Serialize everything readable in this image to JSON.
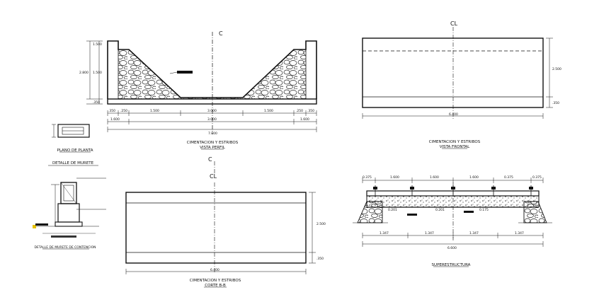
{
  "drawing": {
    "labels": {
      "cim_perfil": [
        "CIMENTACION Y ESTRIBOS",
        "VISTA PERFIL"
      ],
      "cim_frontal": [
        "CIMENTACION Y ESTRIBOS",
        "VISTA FRONTAL"
      ],
      "cim_corte": [
        "CIMENTACION Y ESTRIBOS",
        "CORTE B-B"
      ],
      "plano_planta": "PLANO DE PLANTA",
      "detalle_murete": "DETALLE DE MURETE",
      "superestructura": "SUPERESTRUCTURA",
      "detalle_bottom": "DETALLE DE MURETE DE CONTENCION"
    },
    "centerline_marks": {
      "c1": "C",
      "c2": "C",
      "cl1": "CL",
      "cl2": "CL"
    },
    "dims": {
      "perfil_bottom": [
        ".350",
        ".250",
        "1.500",
        "3.000",
        "1.500",
        ".250",
        ".350"
      ],
      "perfil_row2": [
        "1.600",
        "3.000",
        "1.600"
      ],
      "perfil_total": "7.000",
      "perfil_left": [
        "1.500",
        "2.800",
        ".350"
      ],
      "frontal_width": "6.400",
      "frontal_right": [
        "2.500",
        ".350"
      ],
      "corte_width": "6.400",
      "corte_right": [
        "2.500",
        ".350"
      ],
      "super_top": [
        "0.375",
        "1.600",
        "1.600",
        "1.600",
        "0.375"
      ],
      "super_bottom": [
        "1.347",
        "1.347",
        "1.347",
        "1.347"
      ],
      "super_total": "6.600",
      "super_notes": [
        "0.201",
        "0.201",
        "0.175"
      ]
    }
  }
}
